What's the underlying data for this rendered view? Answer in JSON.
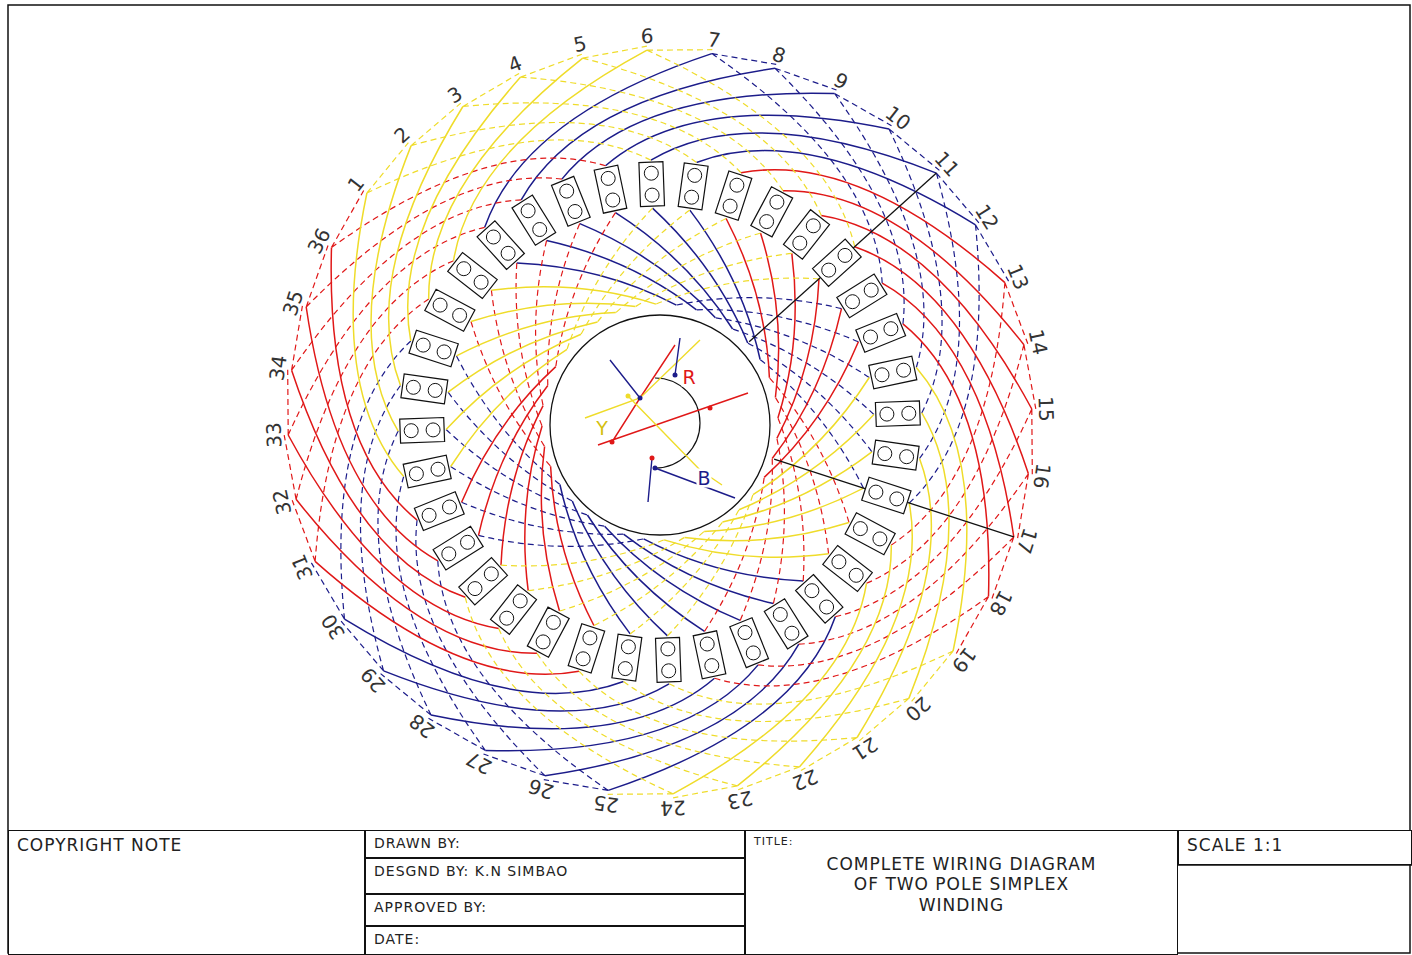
{
  "diagram": {
    "nodes": [
      {
        "text": [
          "COPYRIGHT NOTE"
        ]
      },
      {
        "text": [
          "DRAWN BY:"
        ]
      },
      {
        "text": [
          "DESGND BY: K.N SIMBAO"
        ]
      },
      {
        "text": [
          "APPROVED BY:"
        ]
      },
      {
        "text": [
          "DATE:"
        ]
      },
      {
        "text": [
          "TITLE:",
          "COMPLETE WIRING DIAGRAM OF TWO POLE SIMPLEX WINDING"
        ]
      },
      {
        "text": [
          "SCALE 1:1"
        ]
      }
    ],
    "labels": [
      "1",
      "2",
      "3",
      "4",
      "5",
      "6",
      "7",
      "8",
      "9",
      "10",
      "11",
      "12",
      "13",
      "14",
      "15",
      "16",
      "17",
      "18",
      "19",
      "20",
      "21",
      "22",
      "23",
      "24",
      "25",
      "26",
      "27",
      "28",
      "29",
      "30",
      "31",
      "32",
      "33",
      "34",
      "35",
      "36",
      "R",
      "Y",
      "B"
    ]
  }
}
